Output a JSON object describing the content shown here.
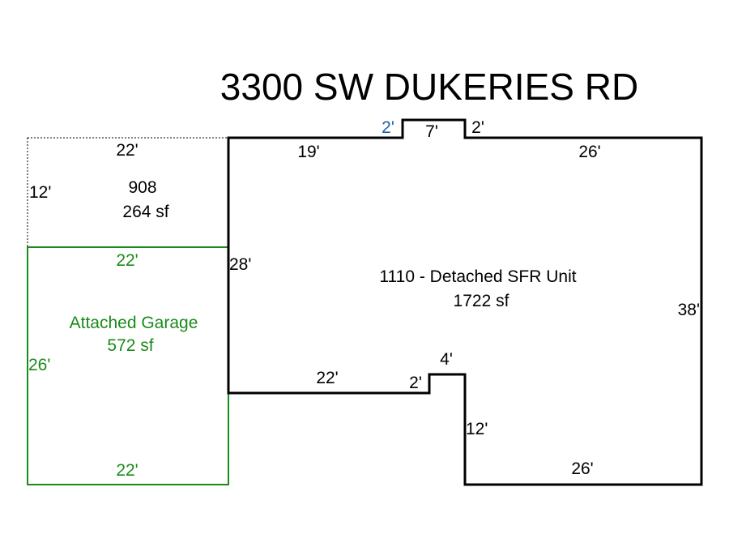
{
  "title": "3300 SW DUKERIES RD",
  "colors": {
    "main": "#000000",
    "garage": "#1a8a1a",
    "blue_label": "#1f5fa8"
  },
  "areas": {
    "upper_left": {
      "code": "908",
      "area": "264 sf",
      "top": "22'",
      "left": "12'"
    },
    "garage": {
      "name": "Attached Garage",
      "area": "572 sf",
      "top": "22'",
      "left": "26'",
      "bottom": "22'"
    },
    "main": {
      "name": "1110 - Detached SFR Unit",
      "area": "1722 sf"
    }
  },
  "dimensions": {
    "top_left_run": "19'",
    "bump_left": "2'",
    "bump_top": "7'",
    "bump_right": "2'",
    "top_right_run": "26'",
    "left_side": "28'",
    "right_side": "38'",
    "bottom_left_run": "22'",
    "notch_rise": "2'",
    "notch_top": "4'",
    "notch_drop": "12'",
    "bottom_right_run": "26'"
  }
}
